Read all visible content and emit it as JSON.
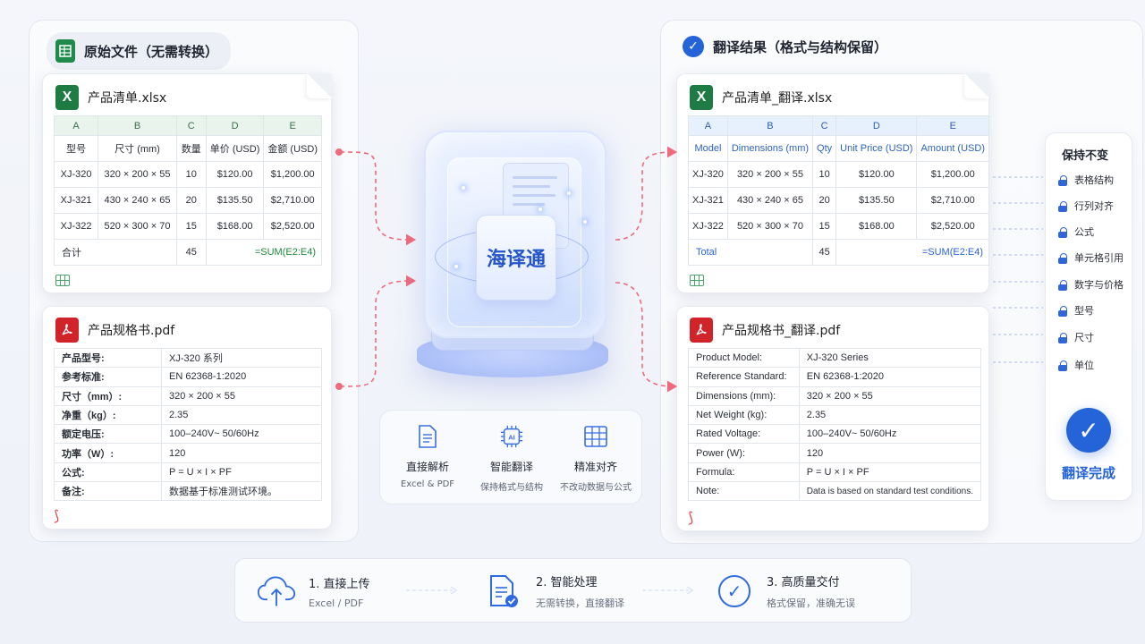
{
  "left_panel": {
    "title": "原始文件（无需转换）"
  },
  "right_panel": {
    "title": "翻译结果（格式与结构保留）"
  },
  "xlsx_src": {
    "filename": "产品清单.xlsx",
    "icon": "excel-icon",
    "col_letters": [
      "A",
      "B",
      "C",
      "D",
      "E"
    ],
    "headers": [
      "型号",
      "尺寸 (mm)",
      "数量",
      "单价 (USD)",
      "金额 (USD)"
    ],
    "rows": [
      [
        "XJ-320",
        "320 × 200 × 55",
        "10",
        "$120.00",
        "$1,200.00"
      ],
      [
        "XJ-321",
        "430 × 240 × 65",
        "20",
        "$135.50",
        "$2,710.00"
      ],
      [
        "XJ-322",
        "520 × 300 × 70",
        "15",
        "$168.00",
        "$2,520.00"
      ]
    ],
    "total_label": "合计",
    "total_qty": "45",
    "total_formula": "=SUM(E2:E4)"
  },
  "pdf_src": {
    "filename": "产品规格书.pdf",
    "icon": "pdf-icon",
    "rows": [
      [
        "产品型号:",
        "XJ-320 系列"
      ],
      [
        "参考标准:",
        "EN 62368-1:2020"
      ],
      [
        "尺寸（mm）:",
        "320 × 200 × 55"
      ],
      [
        "净重（kg）:",
        "2.35"
      ],
      [
        "额定电压:",
        "100–240V~ 50/60Hz"
      ],
      [
        "功率（W）:",
        "120"
      ],
      [
        "公式:",
        "P = U × I × PF"
      ],
      [
        "备注:",
        "数据基于标准测试环境。"
      ]
    ]
  },
  "xlsx_out": {
    "filename": "产品清单_翻译.xlsx",
    "col_letters": [
      "A",
      "B",
      "C",
      "D",
      "E"
    ],
    "headers": [
      "Model",
      "Dimensions (mm)",
      "Qty",
      "Unit Price (USD)",
      "Amount (USD)"
    ],
    "rows": [
      [
        "XJ-320",
        "320 × 200 × 55",
        "10",
        "$120.00",
        "$1,200.00"
      ],
      [
        "XJ-321",
        "430 × 240 × 65",
        "20",
        "$135.50",
        "$2,710.00"
      ],
      [
        "XJ-322",
        "520 × 300 × 70",
        "15",
        "$168.00",
        "$2,520.00"
      ]
    ],
    "total_label": "Total",
    "total_qty": "45",
    "total_formula": "=SUM(E2:E4)"
  },
  "pdf_out": {
    "filename": "产品规格书_翻译.pdf",
    "rows": [
      [
        "Product Model:",
        "XJ-320 Series"
      ],
      [
        "Reference Standard:",
        "EN 62368-1:2020"
      ],
      [
        "Dimensions (mm):",
        "320 × 200 × 55"
      ],
      [
        "Net Weight (kg):",
        "2.35"
      ],
      [
        "Rated Voltage:",
        "100–240V~ 50/60Hz"
      ],
      [
        "Power (W):",
        "120"
      ],
      [
        "Formula:",
        "P = U × I × PF"
      ],
      [
        "Note:",
        "Data is based on standard test conditions."
      ]
    ]
  },
  "device": {
    "label": "海译通"
  },
  "features": [
    {
      "title": "直接解析",
      "sub": "Excel & PDF",
      "icon": "document-icon"
    },
    {
      "title": "智能翻译",
      "sub": "保持格式与结构",
      "icon": "ai-chip-icon"
    },
    {
      "title": "精准对齐",
      "sub": "不改动数据与公式",
      "icon": "table-grid-icon"
    }
  ],
  "keep": {
    "title": "保持不变",
    "items": [
      "表格结构",
      "行列对齐",
      "公式",
      "单元格引用",
      "数字与价格",
      "型号",
      "尺寸",
      "单位"
    ],
    "done": "翻译完成"
  },
  "steps": [
    {
      "title": "1. 直接上传",
      "sub": "Excel / PDF",
      "icon": "cloud-upload-icon"
    },
    {
      "title": "2. 智能处理",
      "sub": "无需转换，直接翻译",
      "icon": "doc-check-icon"
    },
    {
      "title": "3. 高质量交付",
      "sub": "格式保留，准确无误",
      "icon": "check-circle-icon"
    }
  ],
  "colors": {
    "accent": "#2563d9",
    "excel": "#1e7b43",
    "pdf": "#d0232a",
    "connector": "#f06a7c"
  }
}
